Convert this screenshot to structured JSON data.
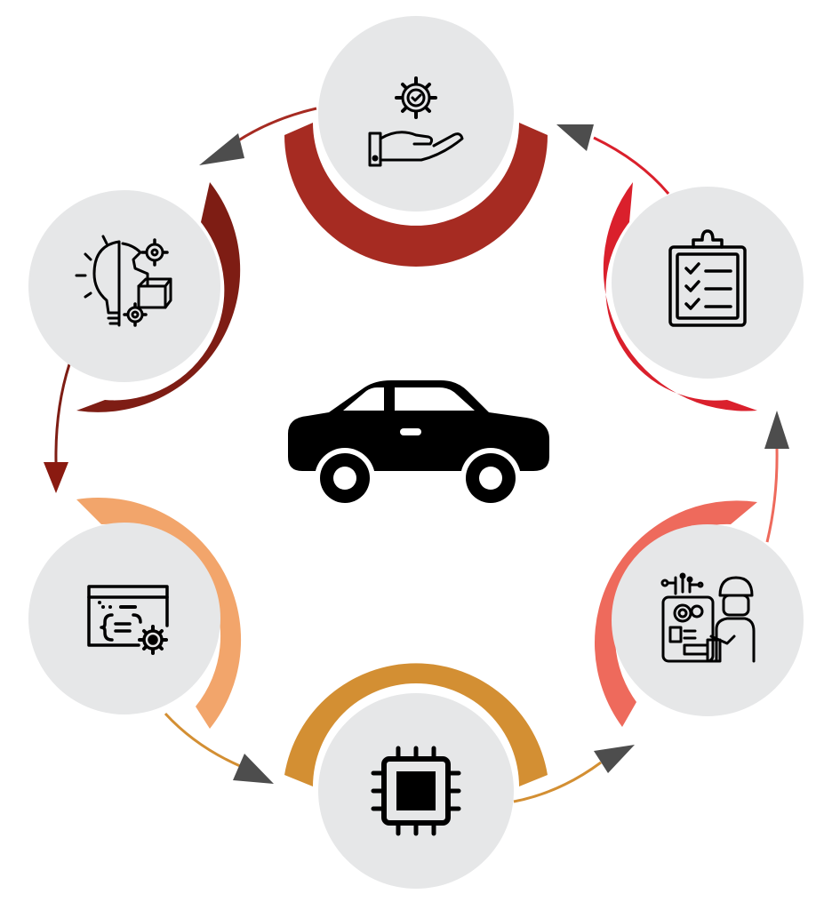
{
  "diagram": {
    "type": "cycle",
    "center_icon": "car-icon",
    "steps": [
      {
        "id": "service",
        "icon": "gear-hand-icon",
        "arc_color": "#A62B22"
      },
      {
        "id": "checklist",
        "icon": "clipboard-checklist-icon",
        "arc_color": "#DA202C"
      },
      {
        "id": "engineering",
        "icon": "engineer-workstation-icon",
        "arc_color": "#EE6A5C"
      },
      {
        "id": "hardware",
        "icon": "microchip-icon",
        "arc_color": "#D38F33"
      },
      {
        "id": "software",
        "icon": "code-window-gear-icon",
        "arc_color": "#F2A56B"
      },
      {
        "id": "ideation",
        "icon": "lightbulb-gears-icon",
        "arc_color": "#7E1D14"
      }
    ],
    "connectors": [
      {
        "from": "service",
        "to": "ideation",
        "color": "#A62B22"
      },
      {
        "from": "ideation",
        "to": "software",
        "color": "#7E1D14"
      },
      {
        "from": "software",
        "to": "hardware",
        "color": "#D38F33"
      },
      {
        "from": "hardware",
        "to": "engineering",
        "color": "#D38F33"
      },
      {
        "from": "engineering",
        "to": "checklist",
        "color": "#EE6A5C"
      },
      {
        "from": "checklist",
        "to": "service",
        "color": "#DA202C"
      }
    ],
    "circle_fill": "#E6E7E8",
    "arrowhead_color": "#4D4D4D",
    "icon_color": "#000000"
  }
}
